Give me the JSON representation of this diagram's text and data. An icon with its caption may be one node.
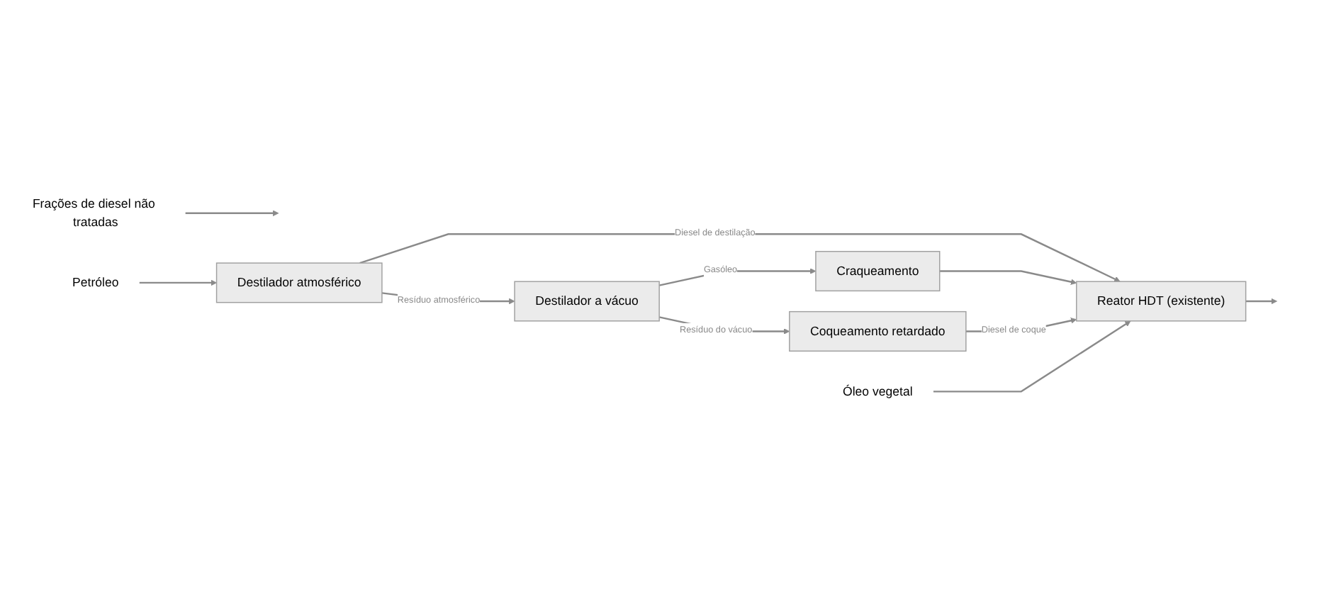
{
  "diagram": {
    "nodes": [
      {
        "text": [
          "Petróleo"
        ]
      },
      {
        "text": [
          "Óleo vegetal"
        ]
      },
      {
        "text": [
          "Frações de diesel não tratadas"
        ]
      },
      {
        "text": [
          "Destilador atmosférico"
        ]
      },
      {
        "text": [
          "Destilador a vácuo"
        ]
      },
      {
        "text": [
          "Craqueamento"
        ]
      },
      {
        "text": [
          "Reator HDT (existente)"
        ]
      },
      {
        "text": [
          "Coqueamento retardado"
        ]
      }
    ],
    "edges": [
      {
        "from": 0,
        "to": 3,
        "arrow": "to"
      },
      {
        "from": 3,
        "to": 4,
        "arrow": "to",
        "label": "Resíduo atmosférico"
      },
      {
        "from": 4,
        "to": 5,
        "arrow": "to",
        "label": "Gasóleo"
      },
      {
        "from": 4,
        "to": 7,
        "arrow": "to",
        "label": "Resíduo do vácuo"
      },
      {
        "from": 3,
        "to": 6,
        "arrow": "to",
        "label": "Diesel de destilação"
      },
      {
        "from": 5,
        "to": 6,
        "arrow": "to"
      },
      {
        "from": 7,
        "to": 6,
        "arrow": "to",
        "label": "Diesel de coque"
      },
      {
        "from": 1,
        "to": 6,
        "arrow": "to"
      },
      {
        "from": 6,
        "to": null,
        "arrow": "to"
      },
      {
        "from": 2,
        "to": null,
        "arrow": "to"
      }
    ]
  }
}
